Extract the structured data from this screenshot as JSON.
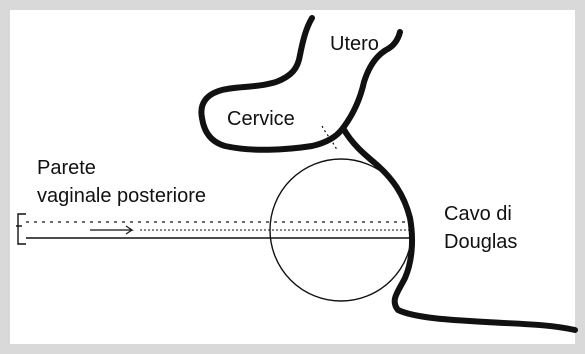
{
  "labels": {
    "utero": "Utero",
    "cervice": "Cervice",
    "parete_line1": "Parete",
    "parete_line2": "vaginale posteriore",
    "cavo_line1": "Cavo di",
    "cavo_line2": "Douglas"
  },
  "colors": {
    "background_border": "#d9d9d9",
    "canvas": "#ffffff",
    "ink": "#111111"
  }
}
